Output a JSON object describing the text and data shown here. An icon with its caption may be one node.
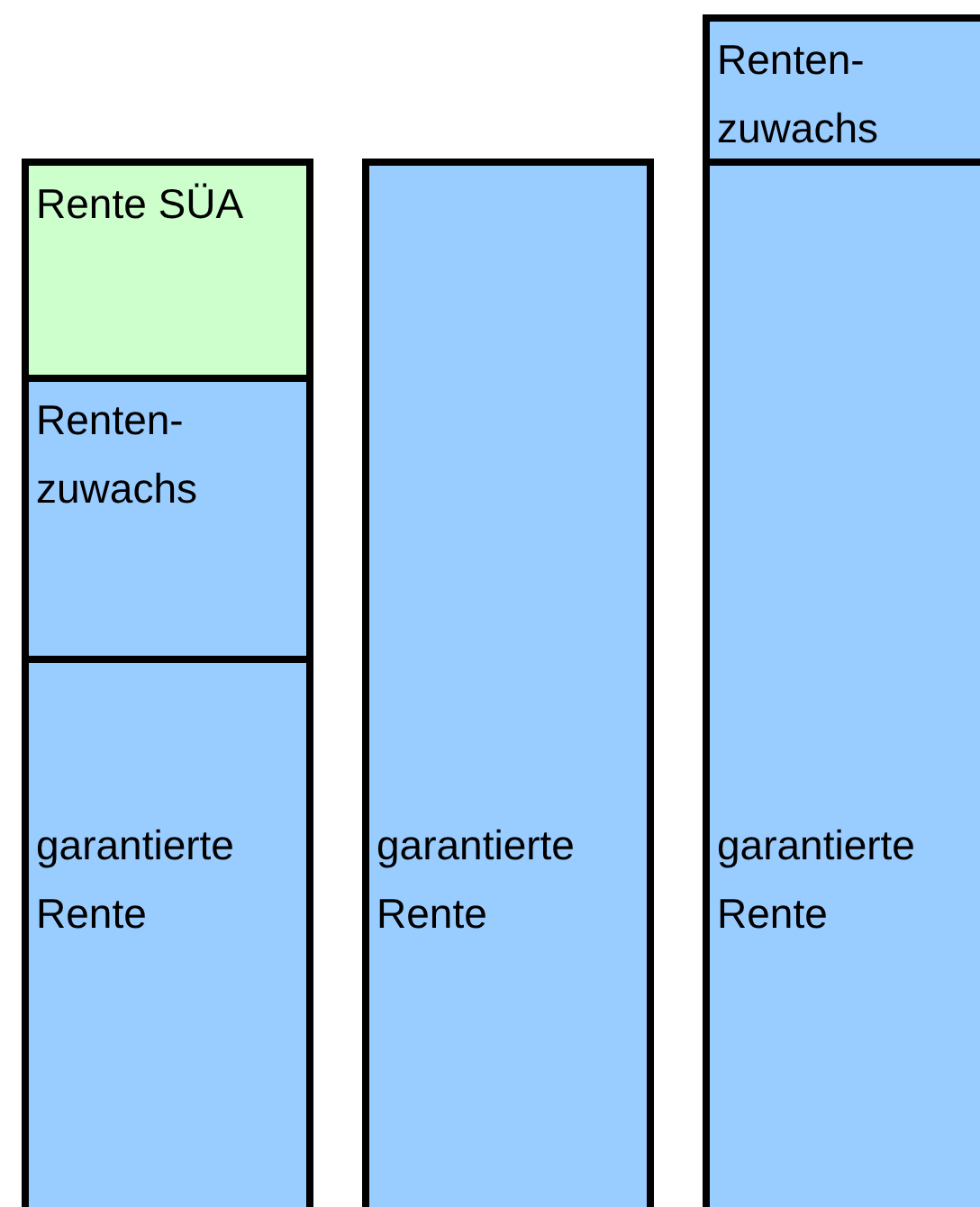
{
  "diagram": {
    "nodes": [
      {
        "text": [
          "Rente SÜA"
        ]
      },
      {
        "text": [
          "Renten- zuwachs"
        ]
      },
      {
        "text": [
          "garantierte Rente"
        ]
      },
      {
        "text": [
          "garantierte Rente"
        ]
      },
      {
        "text": [
          "Renten- zuwachs"
        ]
      },
      {
        "text": [
          "garantierte Rente"
        ]
      }
    ]
  }
}
